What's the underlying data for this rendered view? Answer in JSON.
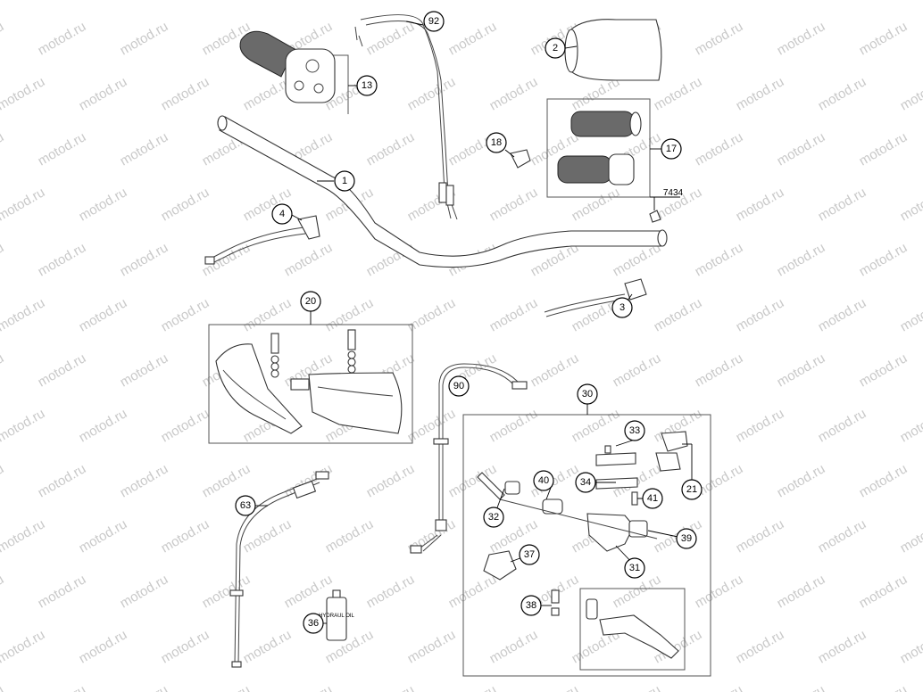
{
  "watermark": "motod.ru",
  "callouts": [
    {
      "id": "c92",
      "label": "92"
    },
    {
      "id": "c2",
      "label": "2"
    },
    {
      "id": "c13",
      "label": "13"
    },
    {
      "id": "c18",
      "label": "18"
    },
    {
      "id": "c17",
      "label": "17"
    },
    {
      "id": "c1",
      "label": "1"
    },
    {
      "id": "c4",
      "label": "4"
    },
    {
      "id": "c3",
      "label": "3"
    },
    {
      "id": "c20",
      "label": "20"
    },
    {
      "id": "c90",
      "label": "90"
    },
    {
      "id": "c30",
      "label": "30"
    },
    {
      "id": "c33",
      "label": "33"
    },
    {
      "id": "c21",
      "label": "21"
    },
    {
      "id": "c40",
      "label": "40"
    },
    {
      "id": "c34",
      "label": "34"
    },
    {
      "id": "c41",
      "label": "41"
    },
    {
      "id": "c32",
      "label": "32"
    },
    {
      "id": "c39",
      "label": "39"
    },
    {
      "id": "c37",
      "label": "37"
    },
    {
      "id": "c31",
      "label": "31"
    },
    {
      "id": "c63",
      "label": "63"
    },
    {
      "id": "c38",
      "label": "38"
    },
    {
      "id": "c36",
      "label": "36"
    }
  ],
  "plain_labels": {
    "l7434": "7434"
  },
  "bottle_label": "HYDRAUL OIL"
}
